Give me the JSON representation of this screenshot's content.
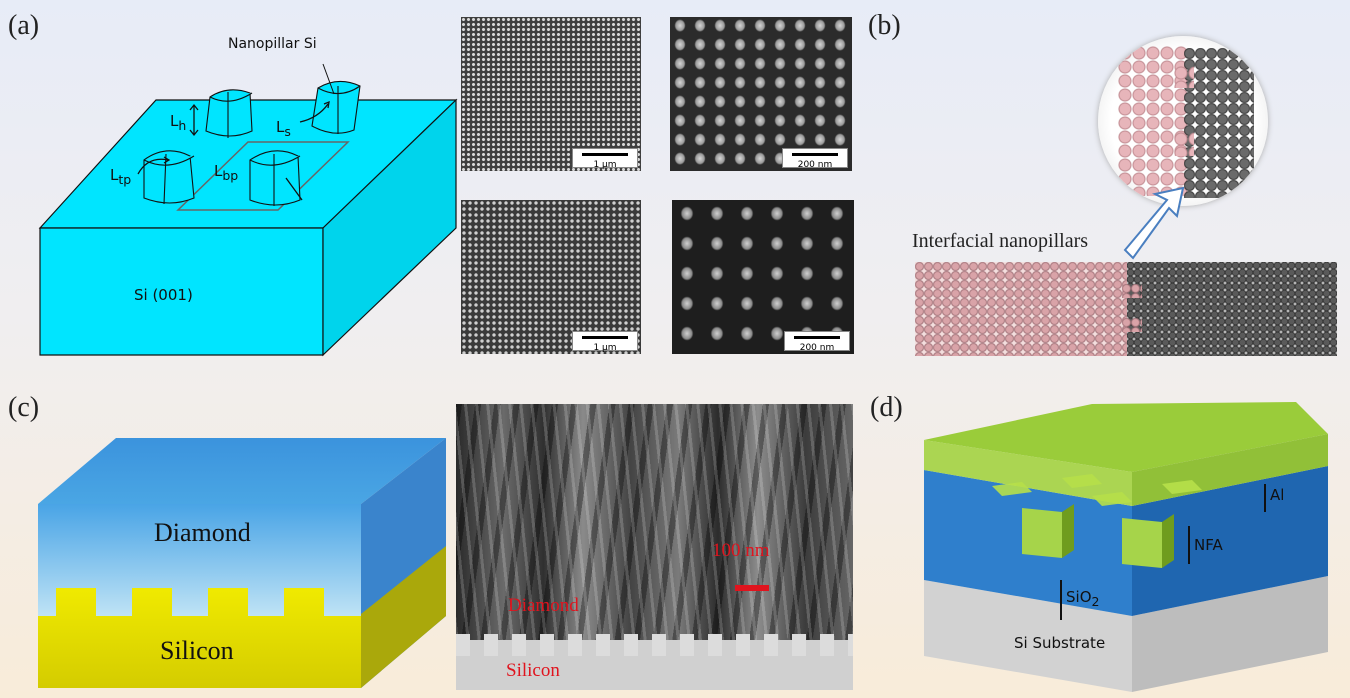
{
  "panels": {
    "a": {
      "label": "(a)",
      "callout": "Nanopillar Si",
      "substrate": "Si (001)",
      "dims": {
        "h_main": "L",
        "h_sub": "h",
        "s_main": "L",
        "s_sub": "s",
        "tp_main": "L",
        "tp_sub": "tp",
        "bp_main": "L",
        "bp_sub": "bp"
      },
      "sem_scales": [
        "1 µm",
        "200 nm",
        "1 µm",
        "200 nm"
      ]
    },
    "b": {
      "label": "(b)",
      "caption": "Interfacial nanopillars"
    },
    "c": {
      "label": "(c)",
      "top_layer": "Diamond",
      "bottom_layer": "Silicon",
      "tem_scale": "100 nm",
      "tem_diamond": "Diamond",
      "tem_silicon": "Silicon"
    },
    "d": {
      "label": "(d)",
      "al": "Al",
      "nfa": "NFA",
      "sio2_main": "SiO",
      "sio2_sub": "2",
      "substrate": "Si Substrate"
    }
  },
  "colors": {
    "si_block": "#00e5ff",
    "diamond": "#3a9ad8",
    "silicon": "#e6e000",
    "atom_pink": "#d9a3a8",
    "atom_gray": "#4a4a4a",
    "al_green": "#9acc3a",
    "nfa_blue": "#1f6fb8",
    "sio2_gray": "#c9c9c9",
    "red_label": "#e0141e"
  }
}
